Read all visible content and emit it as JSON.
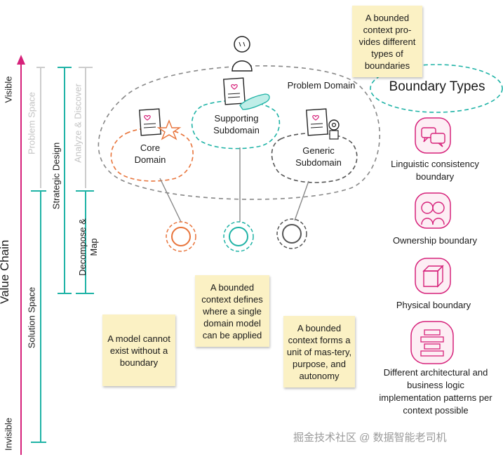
{
  "axis": {
    "value_chain": "Value Chain",
    "visible": "Visible",
    "invisible": "Invisible",
    "problem_space": "Problem Space",
    "solution_space": "Solution Space",
    "strategic_design": "Strategic Design",
    "analyze_discover": "Analyze & Discover",
    "decompose_map": "Decompose & Map",
    "accent_color": "#d6217a",
    "teal_color": "#1fb3a6"
  },
  "domain": {
    "problem_domain": "Problem Domain",
    "core": "Core Domain",
    "supporting": "Supporting Subdomain",
    "generic": "Generic Subdomain",
    "core_color": "#e8743b",
    "supporting_color": "#1fb3a6",
    "generic_color": "#555555"
  },
  "notes": {
    "boundary_types_note": "A bounded context pro-vides different types of boundaries",
    "no_model_without_boundary": "A model cannot exist without a boundary",
    "single_domain_model": "A bounded context defines where a single domain model can be applied",
    "unit_of_mastery": "A bounded context forms a unit of mas-tery, purpose, and autonomy"
  },
  "boundary_types": {
    "title": "Boundary Types",
    "items": [
      {
        "label": "Linguistic consistency boundary",
        "icon": "speech-bubbles-icon"
      },
      {
        "label": "Ownership boundary",
        "icon": "team-icon"
      },
      {
        "label": "Physical boundary",
        "icon": "cube-icon"
      },
      {
        "label": "Different architectural and business logic implementation patterns per context possible",
        "icon": "layers-icon"
      }
    ]
  },
  "watermark": "掘金技术社区 @ 数据智能老司机"
}
